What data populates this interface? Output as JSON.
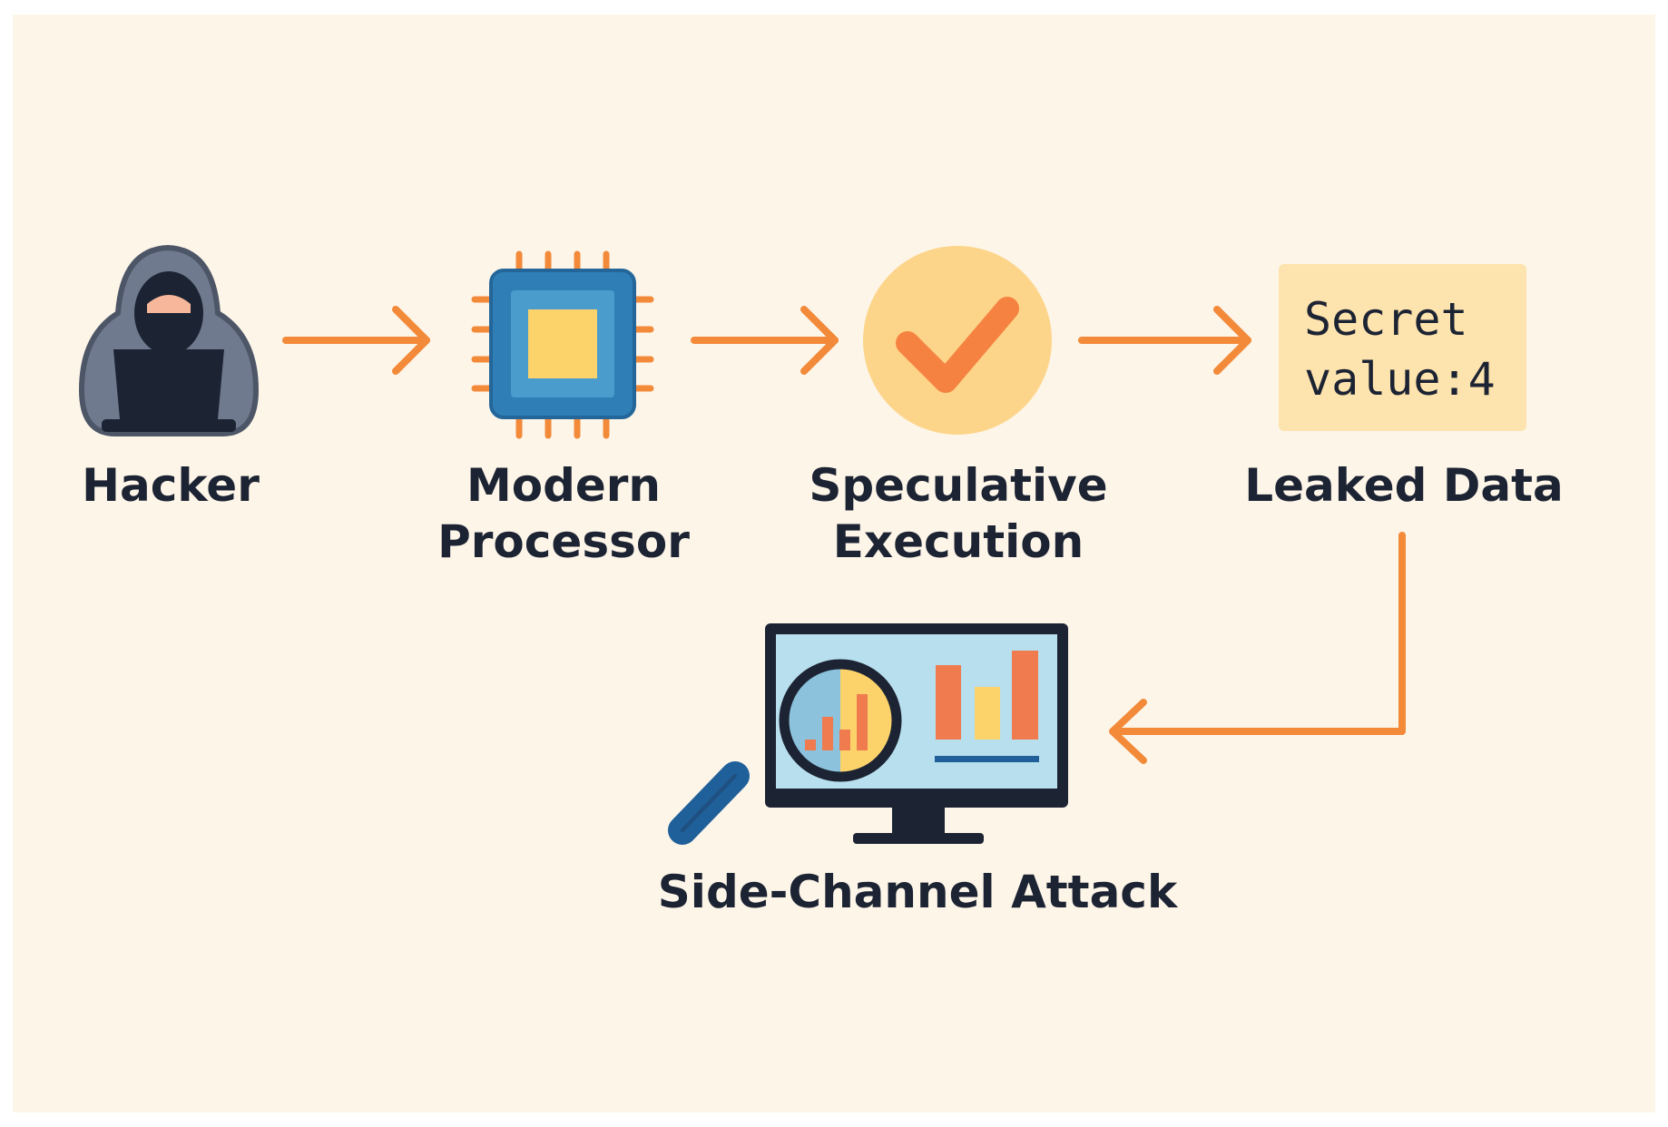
{
  "nodes": {
    "hacker": {
      "label": "Hacker"
    },
    "processor": {
      "label_line1": "Modern",
      "label_line2": "Processor"
    },
    "speculative": {
      "label_line1": "Speculative",
      "label_line2": "Execution"
    },
    "leaked": {
      "label": "Leaked Data",
      "secret_line1": "Secret",
      "secret_line2": "value:4"
    },
    "side_channel": {
      "label": "Side-Channel Attack"
    }
  },
  "colors": {
    "background": "#fdf5e8",
    "arrow": "#f28a3a",
    "text": "#1c2333",
    "hood": "#6f7a8f",
    "chip_outer": "#2f7fb6",
    "chip_core": "#fcd36b",
    "check_circle": "#fdd58a",
    "secret_box": "#fde3ad",
    "monitor_screen": "#b8dfee"
  },
  "icons": {
    "hacker": "hooded-hacker-icon",
    "processor": "cpu-chip-icon",
    "speculative": "checkmark-circle-icon",
    "side_channel": "monitor-magnifier-icon"
  }
}
